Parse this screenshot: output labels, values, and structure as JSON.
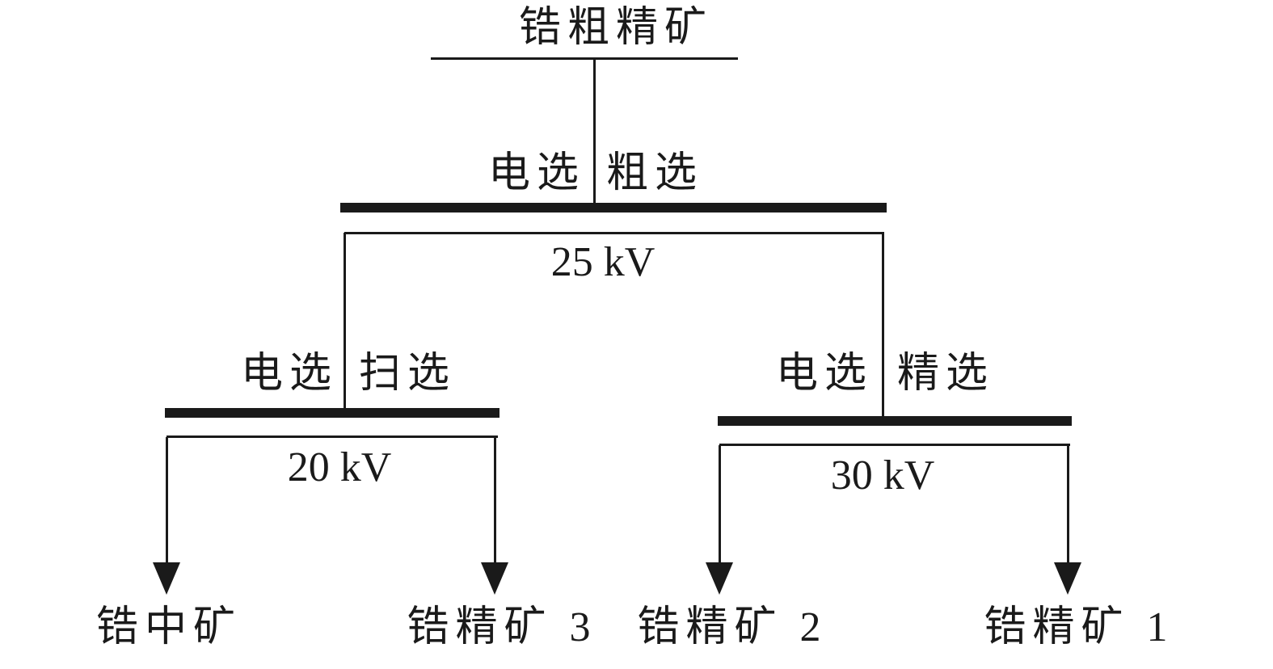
{
  "diagram": {
    "title_hint": "zircon electrostatic separation flowsheet",
    "feed": {
      "label": "锆粗精矿"
    },
    "rougher": {
      "process": "电选",
      "stage": "粗选",
      "voltage": "25 kV"
    },
    "scavenger": {
      "process": "电选",
      "stage": "扫选",
      "voltage": "20 kV"
    },
    "cleaner": {
      "process": "电选",
      "stage": "精选",
      "voltage": "30 kV"
    },
    "products": {
      "middlings": "锆中矿",
      "concentrate_3": "锆精矿 3",
      "concentrate_2": "锆精矿 2",
      "concentrate_1": "锆精矿 1"
    },
    "colors": {
      "ink": "#1a1a1a",
      "background": "#ffffff"
    }
  }
}
